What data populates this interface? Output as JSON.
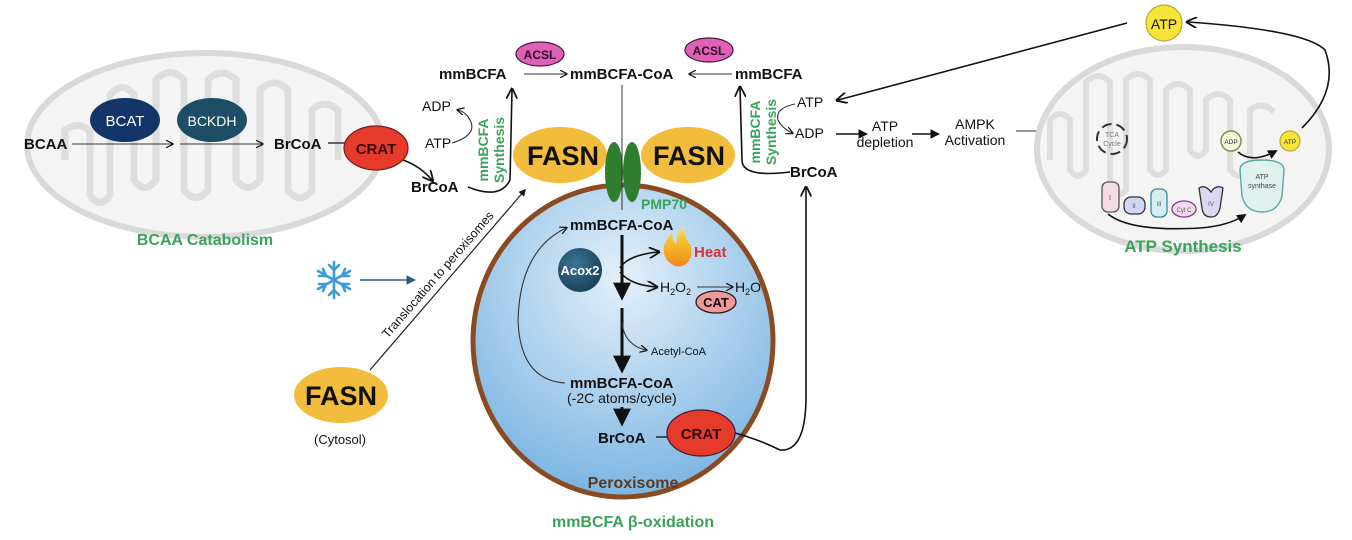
{
  "panels": {
    "bcaa_catabolism": {
      "title": "BCAA Catabolism",
      "substrate": "BCAA",
      "enzyme_1": "BCAT",
      "enzyme_2": "BCKDH",
      "product": "BrCoA",
      "transport_enzyme": "CRAT",
      "exported_product": "BrCoA"
    },
    "left_synthesis": {
      "adp": "ADP",
      "atp": "ATP",
      "label_line1": "mmBCFA",
      "label_line2": "Synthesis",
      "product": "mmBCFA",
      "acsl": "ACSL"
    },
    "center_top": {
      "mmbcfa_coa": "mmBCFA-CoA",
      "fasn_left": "FASN",
      "fasn_right": "FASN",
      "transporter": "PMP70"
    },
    "right_synthesis": {
      "product": "mmBCFA",
      "acsl": "ACSL",
      "atp": "ATP",
      "adp": "ADP",
      "label_line1": "mmBCFA",
      "label_line2": "Synthesis",
      "substrate": "BrCoA"
    },
    "peroxisome": {
      "entry": "mmBCFA-CoA",
      "enzyme": "Acox2",
      "heat": "Heat",
      "h2o2": "H",
      "h2o2_sub1": "2",
      "h2o2_mid": "O",
      "h2o2_sub2": "2",
      "h2o": "H",
      "h2o_sub": "2",
      "h2o_end": "O",
      "catalase": "CAT",
      "acetyl_coa": "Acetyl-CoA",
      "shortened": "mmBCFA-CoA",
      "shortened_note": "(-2C atoms/cycle)",
      "brcoa": "BrCoA",
      "crat": "CRAT",
      "organelle_label": "Peroxisome",
      "title": "mmBCFA β-oxidation"
    },
    "cytosol": {
      "cold_icon": "snowflake",
      "translocation": "Translocation to peroxisomes",
      "fasn": "FASN",
      "location": "(Cytosol)"
    },
    "energy": {
      "atp_depletion_line1": "ATP",
      "atp_depletion_line2": "depletion",
      "ampk_line1": "AMPK",
      "ampk_line2": "Activation",
      "atp_top": "ATP"
    },
    "atp_synthesis": {
      "title": "ATP Synthesis",
      "tca_line1": "TCA",
      "tca_line2": "Cycle",
      "adp": "ADP",
      "atp": "ATP",
      "synthase_line1": "ATP",
      "synthase_line2": "synthase",
      "complexes": [
        "I",
        "II",
        "III",
        "Cyt C",
        "IV"
      ]
    }
  },
  "colors": {
    "fasn": "#f2bd3c",
    "crat": "#e63a2a",
    "acsl": "#e060b8",
    "pmp70": "#2f7d2f",
    "bcat": "#13356a",
    "bckdh": "#1e4d66",
    "acox2": "#1e4d66",
    "catalase": "#ee9a9a",
    "peroxisome_membrane": "#8a4a22",
    "green_label": "#3aa35a",
    "atp_yellow": "#f7e43a"
  }
}
